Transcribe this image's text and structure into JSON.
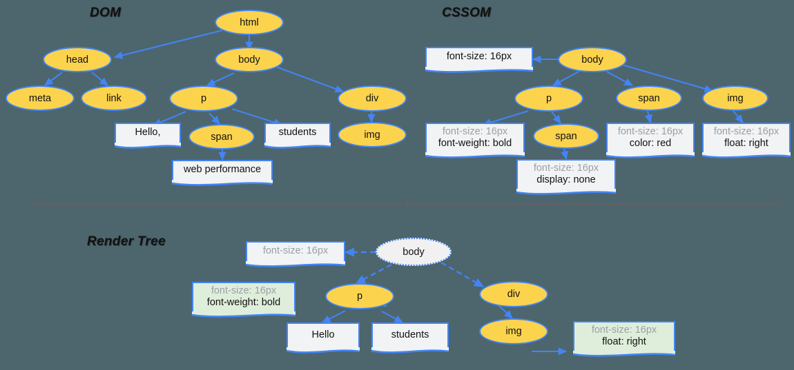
{
  "meta": {
    "background_color": "#4d656d",
    "node_fill": "#FCD34D",
    "node_stroke": "#4285f4",
    "note_fill": "#f1f3f4",
    "note_fill_green": "#dfeeda",
    "inherited_text_color": "#9aa0a6",
    "text_color": "#111111"
  },
  "sections": {
    "dom": {
      "title": "DOM"
    },
    "cssom": {
      "title": "CSSOM"
    },
    "render_tree": {
      "title": "Render Tree"
    }
  },
  "dom": {
    "nodes": [
      {
        "id": "html",
        "label": "html",
        "type": "element"
      },
      {
        "id": "head",
        "label": "head",
        "type": "element"
      },
      {
        "id": "body",
        "label": "body",
        "type": "element"
      },
      {
        "id": "meta",
        "label": "meta",
        "type": "element"
      },
      {
        "id": "link",
        "label": "link",
        "type": "element"
      },
      {
        "id": "p",
        "label": "p",
        "type": "element"
      },
      {
        "id": "div",
        "label": "div",
        "type": "element"
      },
      {
        "id": "span",
        "label": "span",
        "type": "element"
      },
      {
        "id": "img",
        "label": "img",
        "type": "element"
      }
    ],
    "text_nodes": [
      {
        "id": "hello",
        "label": "Hello,"
      },
      {
        "id": "students",
        "label": "students"
      },
      {
        "id": "webperf",
        "label": "web performance"
      }
    ],
    "edges": [
      [
        "html",
        "head"
      ],
      [
        "html",
        "body"
      ],
      [
        "head",
        "meta"
      ],
      [
        "head",
        "link"
      ],
      [
        "body",
        "p"
      ],
      [
        "body",
        "div"
      ],
      [
        "p",
        "hello"
      ],
      [
        "p",
        "span"
      ],
      [
        "p",
        "students"
      ],
      [
        "span",
        "webperf"
      ],
      [
        "div",
        "img"
      ]
    ]
  },
  "cssom": {
    "nodes": [
      {
        "id": "body",
        "label": "body"
      },
      {
        "id": "p",
        "label": "p"
      },
      {
        "id": "span1",
        "label": "span"
      },
      {
        "id": "span2",
        "label": "span"
      },
      {
        "id": "img",
        "label": "img"
      }
    ],
    "rules": [
      {
        "id": "r-body",
        "lines": [
          "font-size: 16px"
        ],
        "inherited_first": false,
        "green": false
      },
      {
        "id": "r-p",
        "lines": [
          "font-size: 16px",
          "font-weight: bold"
        ],
        "inherited_first": true,
        "green": false
      },
      {
        "id": "r-span1",
        "lines": [
          "font-size: 16px",
          "display: none"
        ],
        "inherited_first": true,
        "green": false
      },
      {
        "id": "r-span2",
        "lines": [
          "font-size: 16px",
          "color: red"
        ],
        "inherited_first": true,
        "green": false
      },
      {
        "id": "r-img",
        "lines": [
          "font-size: 16px",
          "float: right"
        ],
        "inherited_first": true,
        "green": false
      }
    ],
    "edges": [
      [
        "body",
        "r-body"
      ],
      [
        "body",
        "p"
      ],
      [
        "body",
        "span2"
      ],
      [
        "body",
        "img"
      ],
      [
        "p",
        "r-p"
      ],
      [
        "p",
        "span1"
      ],
      [
        "span1",
        "r-span1"
      ],
      [
        "span2",
        "r-span2"
      ],
      [
        "img",
        "r-img"
      ]
    ]
  },
  "render_tree": {
    "nodes": [
      {
        "id": "body",
        "label": "body",
        "type": "ghost"
      },
      {
        "id": "p",
        "label": "p",
        "type": "element"
      },
      {
        "id": "div",
        "label": "div",
        "type": "element"
      },
      {
        "id": "img",
        "label": "img",
        "type": "element"
      }
    ],
    "text_nodes": [
      {
        "id": "hello",
        "label": "Hello"
      },
      {
        "id": "students",
        "label": "students"
      }
    ],
    "rules": [
      {
        "id": "r-body",
        "lines": [
          "font-size: 16px"
        ],
        "inherited_first": true,
        "green": false
      },
      {
        "id": "r-p",
        "lines": [
          "font-size: 16px",
          "font-weight: bold"
        ],
        "inherited_first": true,
        "green": true
      },
      {
        "id": "r-img",
        "lines": [
          "font-size: 16px",
          "float: right"
        ],
        "inherited_first": true,
        "green": true
      }
    ],
    "edges": [
      [
        "body",
        "r-body"
      ],
      [
        "body",
        "p"
      ],
      [
        "body",
        "div"
      ],
      [
        "p",
        "r-p"
      ],
      [
        "p",
        "hello"
      ],
      [
        "p",
        "students"
      ],
      [
        "div",
        "img"
      ],
      [
        "img",
        "r-img"
      ]
    ]
  }
}
